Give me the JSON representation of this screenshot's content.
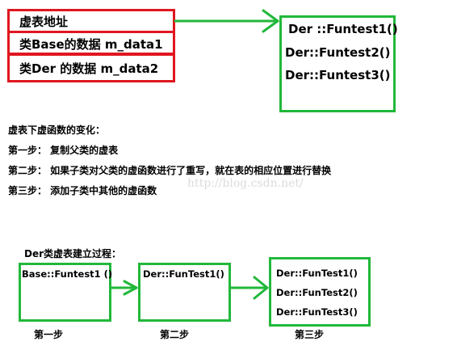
{
  "top": {
    "red_rows": [
      "虚表地址",
      "类Base的数据 m_data1",
      "类Der 的数据 m_data2"
    ],
    "vtable_entries": [
      "Der ::Funtest1()",
      "Der::Funtest2()",
      "Der::Funtest3()"
    ]
  },
  "notes": {
    "heading": "虚表下虚函数的变化：",
    "steps": [
      "第一步： 复制父类的虚表",
      "第二步： 如果子类对父类的虚函数进行了重写，就在表的相应位置进行替换",
      "第三步： 添加子类中其他的虚函数"
    ]
  },
  "watermark": "http://blog.csdn.net/",
  "bottom": {
    "heading": "Der类虚表建立过程：",
    "box1": [
      "Base::Funtest1 ()"
    ],
    "box2": [
      "Der::FunTest1()"
    ],
    "box3": [
      "Der::FunTest1()",
      "Der::FunTest2()",
      "Der::FunTest3()"
    ],
    "captions": [
      "第一步",
      "第二步",
      "第三步"
    ]
  },
  "colors": {
    "red": "#e0171f",
    "green": "#21b83a"
  }
}
